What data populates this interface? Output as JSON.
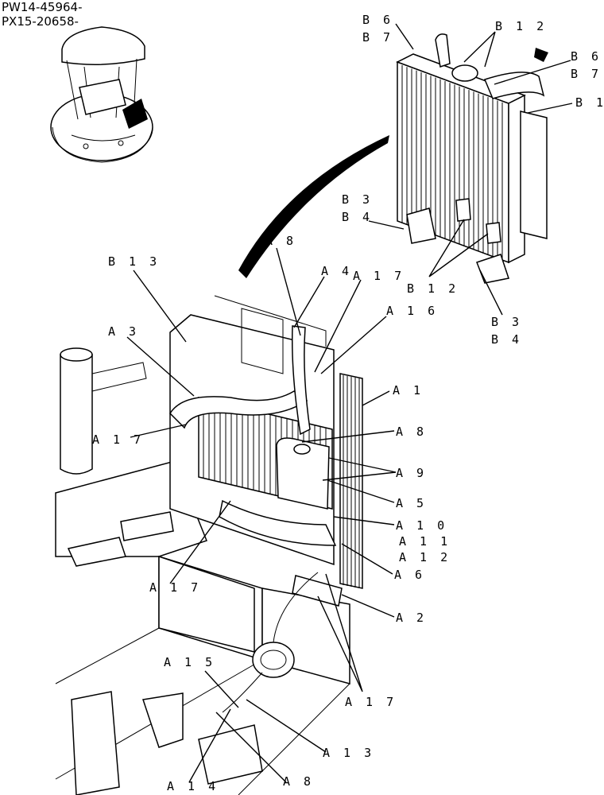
{
  "header": {
    "line1": "PW14-45964-",
    "line2": "PX15-20658-"
  },
  "labels": {
    "B6": "B 6",
    "B7": "B 7",
    "B12": "B 1 2",
    "B1": "B 1",
    "B3": "B 3",
    "B4": "B 4",
    "B13": "B 1 3",
    "A1": "A 1",
    "A2": "A 2",
    "A3": "A 3",
    "A4": "A 4",
    "A5": "A 5",
    "A6": "A 6",
    "A8": "A 8",
    "A9": "A 9",
    "A10": "A 1 0",
    "A11": "A 1 1",
    "A12": "A 1 2",
    "A13": "A 1 3",
    "A14": "A 1 4",
    "A15": "A 1 5",
    "A16": "A 1 6",
    "A17": "A 1 7"
  }
}
